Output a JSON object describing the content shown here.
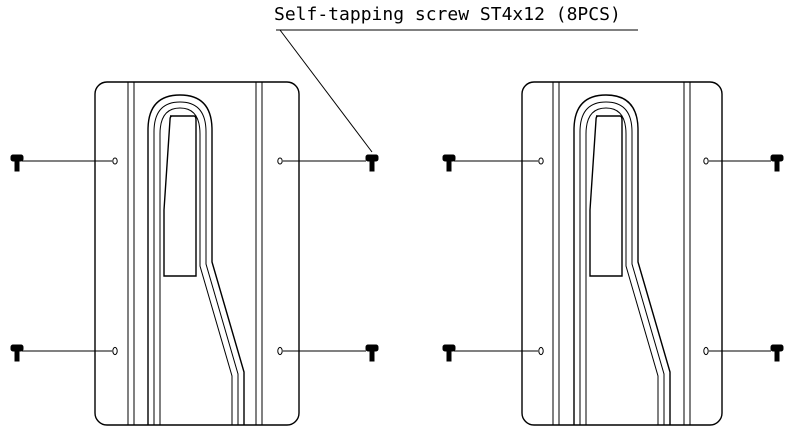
{
  "callout": {
    "text": "Self-tapping screw ST4x12 (8PCS)"
  },
  "colors": {
    "line": "#000000",
    "background": "#ffffff"
  },
  "parts": {
    "bracket_count": 2,
    "screw_count": 8,
    "icons": [
      "bracket-plate",
      "screw-icon"
    ]
  }
}
